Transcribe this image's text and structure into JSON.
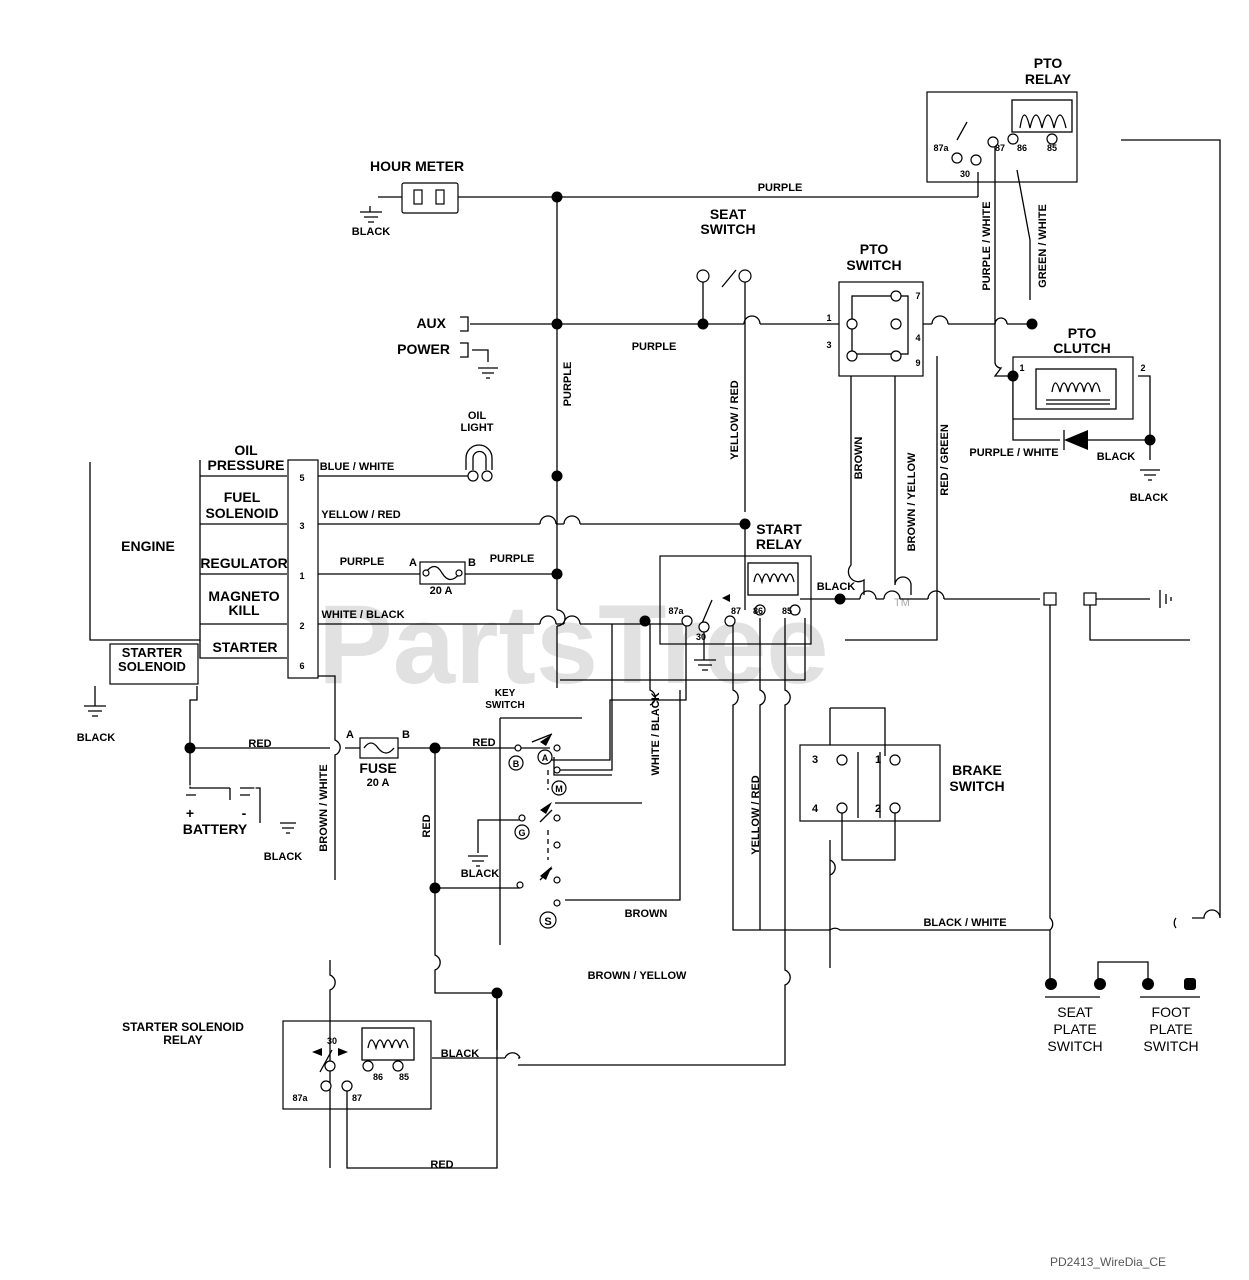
{
  "components": {
    "hour_meter": "HOUR METER",
    "seat_switch": [
      "SEAT",
      "SWITCH"
    ],
    "pto_relay": [
      "PTO",
      "RELAY"
    ],
    "pto_switch": [
      "PTO",
      "SWITCH"
    ],
    "pto_clutch": [
      "PTO",
      "CLUTCH"
    ],
    "aux": "AUX",
    "power": "POWER",
    "oil_light": [
      "OIL",
      "LIGHT"
    ],
    "engine": "ENGINE",
    "oil_pressure": [
      "OIL",
      "PRESSURE"
    ],
    "fuel_solenoid": [
      "FUEL",
      "SOLENOID"
    ],
    "regulator": "REGULATOR",
    "magneto_kill": [
      "MAGNETO",
      "KILL"
    ],
    "starter": "STARTER",
    "starter_solenoid": [
      "STARTER",
      "SOLENOID"
    ],
    "start_relay": [
      "START",
      "RELAY"
    ],
    "key_switch": [
      "KEY",
      "SWITCH"
    ],
    "fuse": "FUSE",
    "fuse_rating": "20 A",
    "inline_fuse_rating": "20 A",
    "battery": "BATTERY",
    "brake_switch": [
      "BRAKE",
      "SWITCH"
    ],
    "starter_solenoid_relay": [
      "STARTER SOLENOID",
      "RELAY"
    ],
    "seat_plate_switch": [
      "SEAT",
      "PLATE",
      "SWITCH"
    ],
    "foot_plate_switch": [
      "FOOT",
      "PLATE",
      "SWITCH"
    ]
  },
  "wires": {
    "purple": "PURPLE",
    "purple_white": "PURPLE / WHITE",
    "green_white": "GREEN / WHITE",
    "black": "BLACK",
    "blue_white": "BLUE / WHITE",
    "yellow_red": "YELLOW / RED",
    "white_black": "WHITE / BLACK",
    "red": "RED",
    "brown": "BROWN",
    "brown_yellow": "BROWN / YELLOW",
    "red_green": "RED / GREEN",
    "brown_white": "BROWN / WHITE",
    "black_white": "BLACK / WHITE"
  },
  "pins": {
    "connector": [
      "5",
      "3",
      "1",
      "2",
      "6"
    ],
    "pto_switch": [
      "1",
      "3",
      "7",
      "4",
      "9"
    ],
    "relay": [
      "87a",
      "30",
      "87",
      "86",
      "85"
    ],
    "clutch": [
      "1",
      "2"
    ],
    "brake": [
      "3",
      "1",
      "4",
      "2"
    ],
    "fuse_ends": [
      "A",
      "B"
    ],
    "key": [
      "B",
      "A",
      "M",
      "G",
      "S"
    ],
    "battery": [
      "+",
      "-"
    ]
  },
  "watermark": "PartsTree",
  "trademark": "TM",
  "drawing_ref": "PD2413_WireDia_CE"
}
